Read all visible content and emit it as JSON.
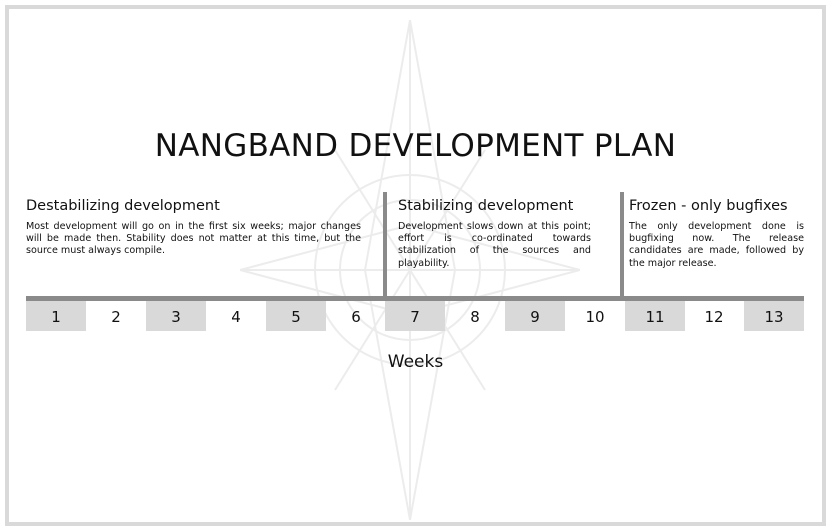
{
  "title": "NANGBAND DEVELOPMENT PLAN",
  "phases": [
    {
      "heading": "Destabilizing development",
      "description": "Most development will go on in the first six weeks; major changes will be made then.  Stability does not matter at this time, but the source must always compile."
    },
    {
      "heading": "Stabilizing development",
      "description": "Development slows down at this point; effort is co-ordinated towards stabilization of the sources and playability."
    },
    {
      "heading": "Frozen - only bugfixes",
      "description": "The only development done is bugfixing now.   The release candidates are made, followed by the major release."
    }
  ],
  "weeks": [
    "1",
    "2",
    "3",
    "4",
    "5",
    "6",
    "7",
    "8",
    "9",
    "10",
    "11",
    "12",
    "13"
  ],
  "axis_label": "Weeks",
  "colors": {
    "shaded_week": "#d9d9d9",
    "axis": "#8a8a8a",
    "frame": "#d9d9d9"
  }
}
